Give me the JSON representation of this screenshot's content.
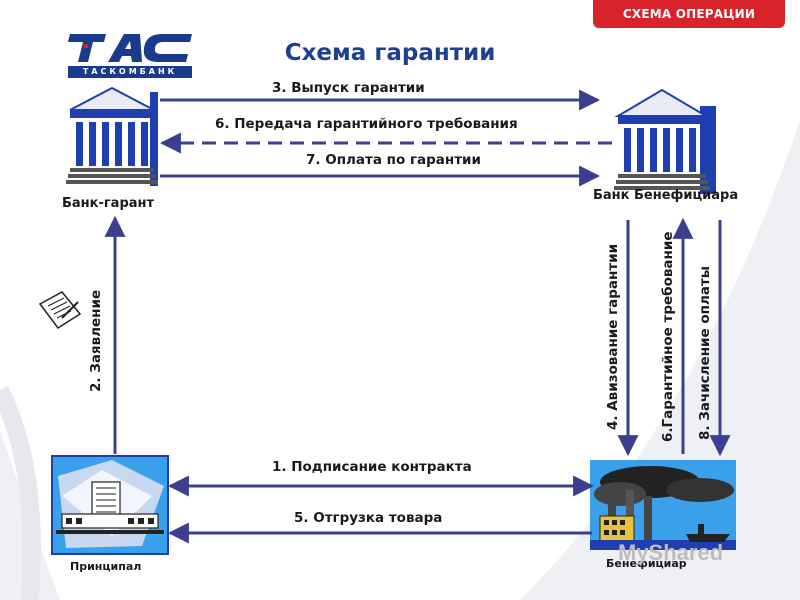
{
  "header": {
    "tag": "СХЕМА ОПЕРАЦИИ",
    "title": "Схема гарантии",
    "logo_main": "ТАС",
    "logo_sub": "ТАСКОМБАНК"
  },
  "nodes": {
    "bank_guarantor": "Банк-гарант",
    "bank_beneficiary": "Банк Бенефициара",
    "principal": "Принципал",
    "beneficiary": "Бенефициар"
  },
  "steps": {
    "s1": "1. Подписание контракта",
    "s2": "2. Заявление",
    "s3": "3. Выпуск гарантии",
    "s4": "4. Авизование гарантии",
    "s5": "5. Отгрузка товара",
    "s6": "6. Передача гарантийного требования",
    "s6b": "6.Гарантийное требование",
    "s7": "7. Оплата по гарантии",
    "s8": "8. Зачисление оплаты"
  },
  "colors": {
    "accent_red": "#d8232a",
    "title_blue": "#1f3f93",
    "arrow": "#3b3f8f",
    "bank_blue": "#1f3fb0"
  },
  "watermark": "MyShared"
}
